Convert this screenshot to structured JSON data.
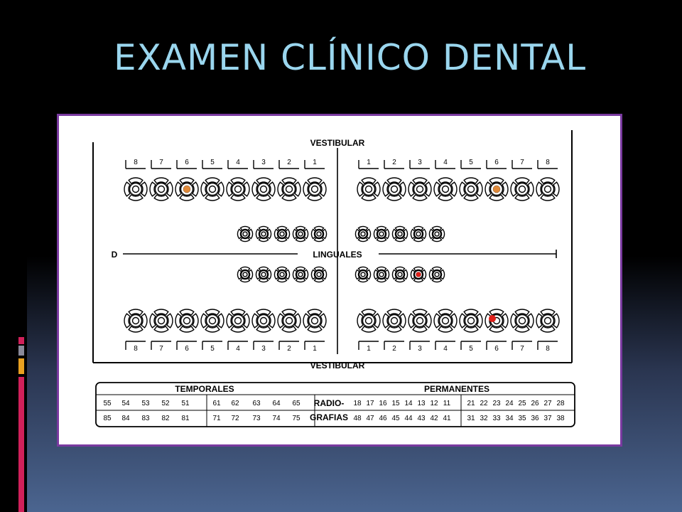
{
  "title": "EXAMEN CLÍNICO DENTAL",
  "colors": {
    "title": "#9ad6ee",
    "frame_border": "#7a3aa0",
    "mark_orange": "#e08a3a",
    "mark_red": "#e0201a",
    "accent_red": "#d0205a",
    "accent_gold": "#e8a020",
    "accent_gray": "#8a8a9a"
  },
  "chart": {
    "vestibular_top": "VESTIBULAR",
    "vestibular_bottom": "VESTIBULAR",
    "linguales": "LINGUALES",
    "side_d": "D",
    "upper_numbers_right": [
      "8",
      "7",
      "6",
      "5",
      "4",
      "3",
      "2",
      "1"
    ],
    "upper_numbers_left": [
      "1",
      "2",
      "3",
      "4",
      "5",
      "6",
      "7",
      "8"
    ],
    "lower_numbers_right": [
      "8",
      "7",
      "6",
      "5",
      "4",
      "3",
      "2",
      "1"
    ],
    "lower_numbers_left": [
      "1",
      "2",
      "3",
      "4",
      "5",
      "6",
      "7",
      "8"
    ],
    "marks": [
      {
        "row": "upper",
        "side": "right",
        "tooth": "6",
        "color": "orange"
      },
      {
        "row": "upper",
        "side": "left",
        "tooth": "6",
        "color": "orange"
      },
      {
        "row": "lower-deciduous",
        "side": "left",
        "position": 4,
        "color": "red"
      },
      {
        "row": "lower",
        "side": "left",
        "tooth": "6",
        "color": "red"
      }
    ]
  },
  "table": {
    "temporales": "TEMPORALES",
    "permanentes": "PERMANENTES",
    "radio1": "RADIO-",
    "radio2": "GRAFIAS",
    "temp_row1": [
      "55",
      "54",
      "53",
      "52",
      "51",
      "61",
      "62",
      "63",
      "64",
      "65"
    ],
    "temp_row2": [
      "85",
      "84",
      "83",
      "82",
      "81",
      "71",
      "72",
      "73",
      "74",
      "75"
    ],
    "perm_row1a": [
      "18",
      "17",
      "16",
      "15",
      "14",
      "13",
      "12",
      "11"
    ],
    "perm_row1b": [
      "21",
      "22",
      "23",
      "24",
      "25",
      "26",
      "27",
      "28"
    ],
    "perm_row2a": [
      "48",
      "47",
      "46",
      "45",
      "44",
      "43",
      "42",
      "41"
    ],
    "perm_row2b": [
      "31",
      "32",
      "33",
      "34",
      "35",
      "36",
      "37",
      "38"
    ]
  }
}
